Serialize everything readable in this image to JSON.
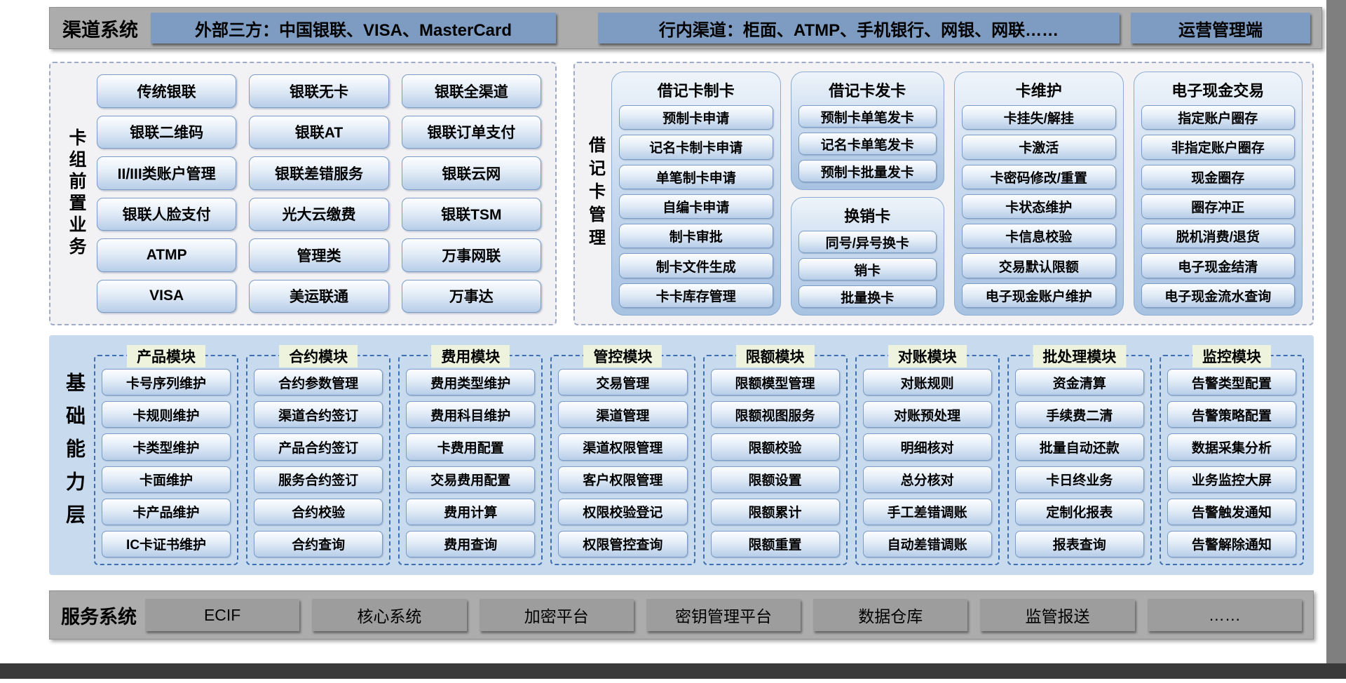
{
  "channel_bar": {
    "label": "渠道系统",
    "buttons": [
      "外部三方：中国银联、VISA、MasterCard",
      "行内渠道：柜面、ATMP、手机银行、网银、网联……",
      "运营管理端"
    ]
  },
  "card_front": {
    "label": "卡组前置业务",
    "items": [
      "传统银联",
      "银联无卡",
      "银联全渠道",
      "银联二维码",
      "银联AT",
      "银联订单支付",
      "II/III类账户管理",
      "银联差错服务",
      "银联云网",
      "银联人脸支付",
      "光大云缴费",
      "银联TSM",
      "ATMP",
      "管理类",
      "万事网联",
      "VISA",
      "美运联通",
      "万事达"
    ]
  },
  "debit": {
    "label": "借记卡管理",
    "groups": [
      {
        "title": "借记卡制卡",
        "items": [
          "预制卡申请",
          "记名卡制卡申请",
          "单笔制卡申请",
          "自编卡申请",
          "制卡审批",
          "制卡文件生成",
          "卡卡库存管理"
        ]
      },
      {
        "title": "借记卡发卡",
        "items": [
          "预制卡单笔发卡",
          "记名卡单笔发卡",
          "预制卡批量发卡"
        ]
      },
      {
        "title": "换销卡",
        "items": [
          "同号/异号换卡",
          "销卡",
          "批量换卡"
        ]
      },
      {
        "title": "卡维护",
        "items": [
          "卡挂失/解挂",
          "卡激活",
          "卡密码修改/重置",
          "卡状态维护",
          "卡信息校验",
          "交易默认限额",
          "电子现金账户维护"
        ]
      },
      {
        "title": "电子现金交易",
        "items": [
          "指定账户圈存",
          "非指定账户圈存",
          "现金圈存",
          "圈存冲正",
          "脱机消费/退货",
          "电子现金结清",
          "电子现金流水查询"
        ]
      }
    ]
  },
  "capability": {
    "label": "基础能力层",
    "modules": [
      {
        "title": "产品模块",
        "items": [
          "卡号序列维护",
          "卡规则维护",
          "卡类型维护",
          "卡面维护",
          "卡产品维护",
          "IC卡证书维护"
        ]
      },
      {
        "title": "合约模块",
        "items": [
          "合约参数管理",
          "渠道合约签订",
          "产品合约签订",
          "服务合约签订",
          "合约校验",
          "合约查询"
        ]
      },
      {
        "title": "费用模块",
        "items": [
          "费用类型维护",
          "费用科目维护",
          "卡费用配置",
          "交易费用配置",
          "费用计算",
          "费用查询"
        ]
      },
      {
        "title": "管控模块",
        "items": [
          "交易管理",
          "渠道管理",
          "渠道权限管理",
          "客户权限管理",
          "权限校验登记",
          "权限管控查询"
        ]
      },
      {
        "title": "限额模块",
        "items": [
          "限额模型管理",
          "限额视图服务",
          "限额校验",
          "限额设置",
          "限额累计",
          "限额重置"
        ]
      },
      {
        "title": "对账模块",
        "items": [
          "对账规则",
          "对账预处理",
          "明细核对",
          "总分核对",
          "手工差错调账",
          "自动差错调账"
        ]
      },
      {
        "title": "批处理模块",
        "items": [
          "资金清算",
          "手续费二清",
          "批量自动还款",
          "卡日终业务",
          "定制化报表",
          "报表查询"
        ]
      },
      {
        "title": "监控模块",
        "items": [
          "告警类型配置",
          "告警策略配置",
          "数据采集分析",
          "业务监控大屏",
          "告警触发通知",
          "告警解除通知"
        ]
      }
    ]
  },
  "service_bar": {
    "label": "服务系统",
    "buttons": [
      "ECIF",
      "核心系统",
      "加密平台",
      "密钥管理平台",
      "数据仓库",
      "监管报送",
      "……"
    ]
  },
  "colors": {
    "bar_gray": "#ACACAC",
    "channel_button_blue": "#7E9CC2",
    "button_border_blue": "#7A9CC6",
    "button_fill_top": "#FDFEFF",
    "button_fill_bottom": "#B7CDE8",
    "group_fill_bottom": "#A7C2E2",
    "capability_bg": "#C7DAEE",
    "module_dash_blue": "#3E6FB0",
    "module_title_bg": "#EDF3DD",
    "service_button_gray": "#9D9D9D",
    "section_bg": "#F2F2F5",
    "dark_bottom_bar": "#3A3A3A",
    "right_strip_gray": "#7F7F7F"
  }
}
